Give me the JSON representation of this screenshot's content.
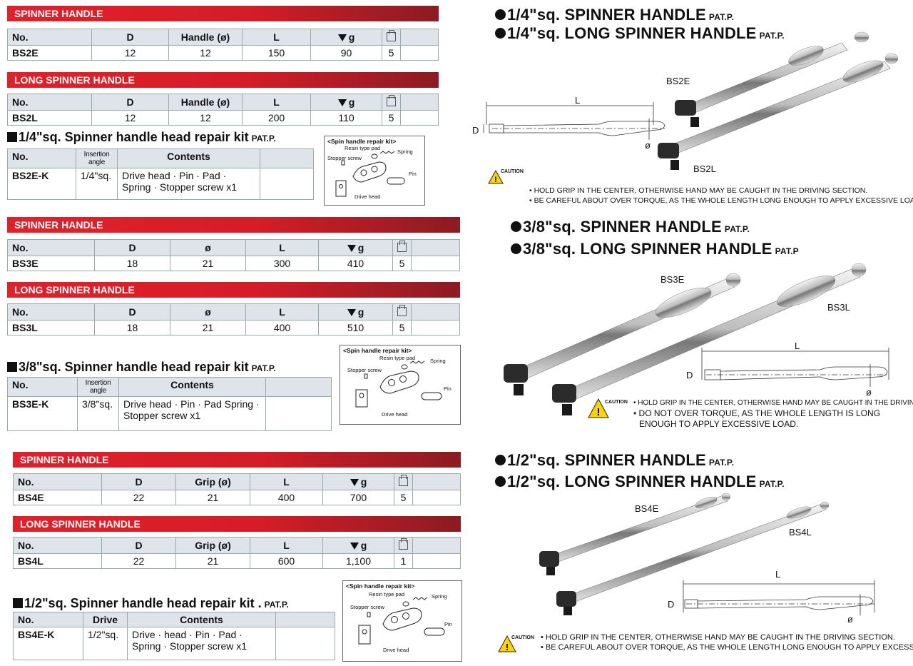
{
  "hd": {
    "no": "No.",
    "d": "D",
    "handle": "Handle (ø)",
    "dia": "ø",
    "grip": "Grip (ø)",
    "l": "L",
    "g": "g",
    "insertion": "Insertion angle",
    "drive": "Drive",
    "contents": "Contents"
  },
  "sec1": {
    "spinner": {
      "title": "SPINNER HANDLE",
      "row": [
        "BS2E",
        "12",
        "12",
        "150",
        "90",
        "5"
      ]
    },
    "long": {
      "title": "LONG SPINNER HANDLE",
      "row": [
        "BS2L",
        "12",
        "12",
        "200",
        "110",
        "5"
      ]
    },
    "kit": {
      "title": "1/4\"sq. Spinner handle head repair kit",
      "pat": "PAT.P.",
      "no": "BS2E-K",
      "angle": "1/4\"sq.",
      "contents1": "Drive head · Pin · Pad ·",
      "contents2": "Spring · Stopper screw x1"
    }
  },
  "sec2": {
    "spinner": {
      "title": "SPINNER HANDLE",
      "row": [
        "BS3E",
        "18",
        "21",
        "300",
        "410",
        "5"
      ]
    },
    "long": {
      "title": "LONG SPINNER HANDLE",
      "row": [
        "BS3L",
        "18",
        "21",
        "400",
        "510",
        "5"
      ]
    },
    "kit": {
      "title": "3/8\"sq. Spinner handle head repair kit",
      "pat": "PAT.P.",
      "no": "BS3E-K",
      "angle": "3/8\"sq.",
      "contents1": "Drive head · Pin · Pad Spring ·",
      "contents2": "Stopper screw x1"
    }
  },
  "sec3": {
    "spinner": {
      "title": "SPINNER HANDLE",
      "row": [
        "BS4E",
        "22",
        "21",
        "400",
        "700",
        "5"
      ]
    },
    "long": {
      "title": "LONG SPINNER HANDLE",
      "row": [
        "BS4L",
        "22",
        "21",
        "600",
        "1,100",
        "1"
      ]
    },
    "kit": {
      "title": "1/2\"sq. Spinner handle head repair kit .",
      "pat": "PAT.P.",
      "no": "BS4E-K",
      "angle": "1/2\"sq.",
      "contents1": "Drive · head · Pin · Pad ·",
      "contents2": "Spring · Stopper screw x1"
    }
  },
  "diagram": {
    "title": "<Spin handle repair kit>",
    "resin": "Resin type pad",
    "spring": "Spring",
    "stopper": "Stopper screw",
    "pin": "Pin",
    "drivehead": "Drive head"
  },
  "products": {
    "p1": {
      "t1": "1/4\"sq. SPINNER HANDLE",
      "t2": "1/4\"sq. LONG SPINNER HANDLE",
      "pat": "PAT.P.",
      "m1": "BS2E",
      "m2": "BS2L"
    },
    "p2": {
      "t1": "3/8\"sq. SPINNER HANDLE",
      "t2": "3/8\"sq. LONG SPINNER HANDLE",
      "pat1": "PAT.P.",
      "pat2": "PAT.P",
      "m1": "BS3E",
      "m2": "BS3L"
    },
    "p3": {
      "t1": "1/2\"sq. SPINNER HANDLE",
      "t2": "1/2\"sq. LONG SPINNER HANDLE",
      "pat": "PAT.P.",
      "m1": "BS4E",
      "m2": "BS4L"
    }
  },
  "dims": {
    "l": "L",
    "d": "D",
    "dia": "ø"
  },
  "caution": {
    "label": "CAUTION",
    "c1a": "• HOLD GRIP IN THE CENTER, OTHERWISE HAND MAY BE CAUGHT IN THE DRIVING SECTION.",
    "c1b": "• BE CAREFUL ABOUT OVER TORQUE, AS THE WHOLE LENGTH LONG ENOUGH TO APPLY EXCESSIVE LOAD.",
    "c2a": "• HOLD GRIP IN THE CENTER, OTHERWISE HAND MAY BE CAUGHT IN THE DRIVING SECTION.",
    "c2b": "• DO NOT OVER TORQUE, AS THE WHOLE LENGTH IS LONG",
    "c2c": "ENOUGH TO APPLY EXCESSIVE LOAD.",
    "c3a": "• HOLD GRIP IN THE CENTER, OTHERWISE HAND MAY BE CAUGHT IN THE DRIVING SECTION.",
    "c3b": "• BE CAREFUL ABOUT OVER TORQUE, AS THE WHOLE LENGTH LONG ENOUGH TO APPLY EXCESSIVE LOAD."
  }
}
